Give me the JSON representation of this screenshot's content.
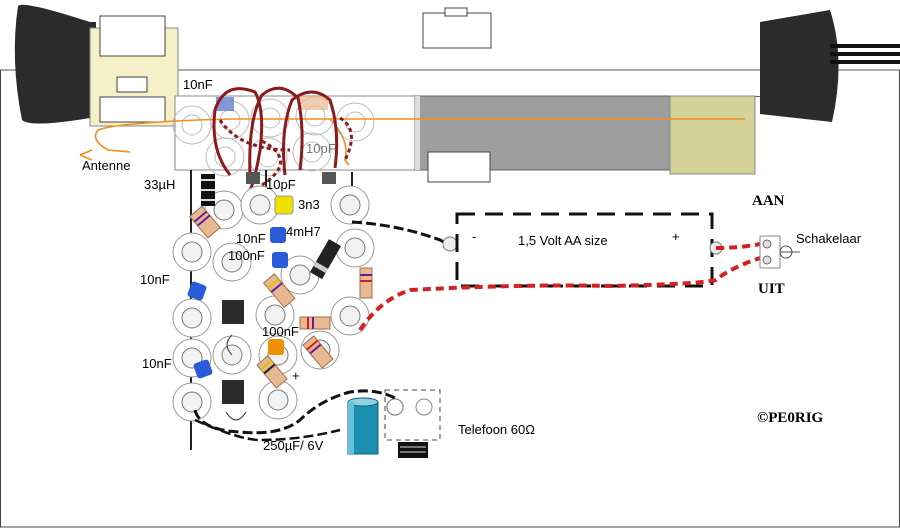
{
  "labels": {
    "cap_10nf_top": "10nF",
    "antenna": "Antenne",
    "ind_33uh": "33µH",
    "cap_10pf_ghost": "10pF",
    "cap_10pf": "10pF",
    "cap_3n3": "3n3",
    "cap_10nf_mid": "10nF",
    "ind_4mh7": "4mH7",
    "cap_100nf_a": "100nF",
    "cap_10nf_left1": "10nF",
    "cap_100nf_b": "100nF",
    "cap_10nf_left2": "10nF",
    "plus_sign": "+",
    "elco": "250µF/ 6V",
    "phone": "Telefoon 60Ω",
    "battery": "1,5 Volt AA size",
    "battery_minus": "-",
    "battery_plus": "+",
    "switch_on": "AAN",
    "switch": "Schakelaar",
    "switch_off": "UIT",
    "copyright": "©PE0RIG"
  },
  "colors": {
    "coil_wire": "#8b1a1a",
    "antenna_wire": "#f0901e",
    "ferrite_rod": "#9e9e9e",
    "ferrite_end": "#d6d39a",
    "knob": "#2b2b2b",
    "clip": "#f5f0c8",
    "cap_blue": "#2a5bd8",
    "cap_yellow": "#f0e000",
    "cap_orange": "#f09000",
    "resistor": "#e8b890",
    "elco_body": "#1b8fb0",
    "battery_wire_red": "#d42020"
  }
}
